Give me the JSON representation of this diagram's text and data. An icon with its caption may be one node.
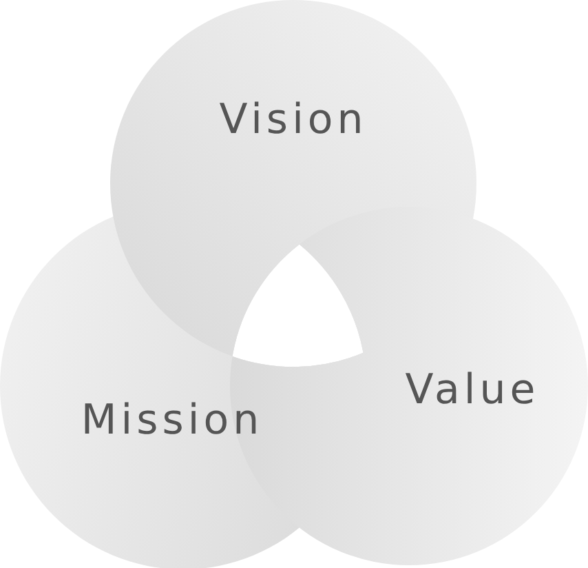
{
  "diagram": {
    "nodes": [
      {
        "text": [
          "Vision"
        ]
      },
      {
        "text": [
          "Value"
        ]
      },
      {
        "text": [
          "Mission"
        ]
      }
    ]
  }
}
